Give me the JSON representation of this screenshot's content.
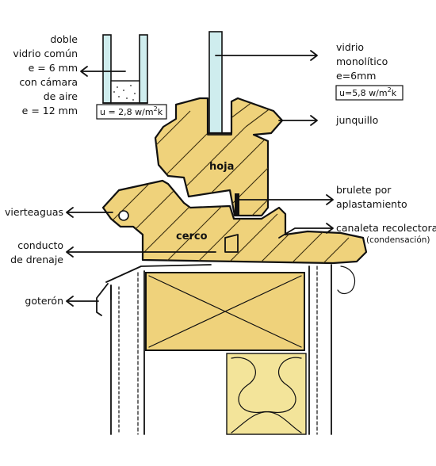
{
  "labels": {
    "left": {
      "double_glass": [
        "doble",
        "vidrio común",
        "e = 6 mm",
        "con cámara",
        "de aire",
        "e = 12 mm"
      ],
      "u_double_prefix": "u = 2,8 w/m",
      "u_double_sup": "2",
      "u_double_suffix": "k",
      "vierteaguas": "vierteaguas",
      "conducto": [
        "conducto",
        "de drenaje"
      ],
      "goteron": "goterón"
    },
    "right": {
      "mono_glass": [
        "vidrio",
        "monolítico",
        "e=6mm"
      ],
      "u_mono_prefix": "u=5,8 w/m",
      "u_mono_sup": "2",
      "u_mono_suffix": "k",
      "junquillo": "junquillo",
      "brulete": [
        "brulete por",
        "aplastamiento"
      ],
      "canaleta": "canaleta recolectora",
      "condensacion": "(condensación)"
    },
    "inner": {
      "hoja": "hoja",
      "cerco": "cerco"
    }
  },
  "colors": {
    "wood": "#EFD27B",
    "glass": "#CFEDEE",
    "insulation": "#F3E49A",
    "ink": "#111111"
  }
}
